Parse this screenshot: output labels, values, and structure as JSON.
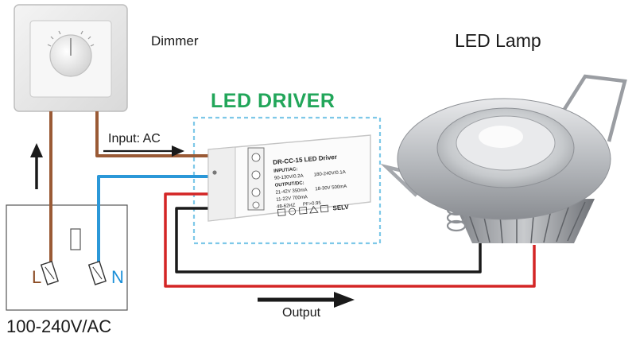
{
  "labels": {
    "dimmer": "Dimmer",
    "lamp": "LED Lamp",
    "driver": "LED DRIVER",
    "input": "Input: AC",
    "output": "Output",
    "voltage": "100-240V/AC",
    "live": "L",
    "neutral": "N"
  },
  "driver_label": {
    "model": "DR-CC-15 LED Driver",
    "input_heading": "INPUT/AC:",
    "input_low": "90-130V/0.2A",
    "input_high": "180-240V/0.1A",
    "output_heading": "OUTPUT/DC:",
    "out_a": "21-42V 350mA",
    "out_b": "18-30V 500mA",
    "out_c": "11-22V 700mA",
    "freq": "48-62HZ",
    "pf": "PF>0.95",
    "cert": "SELV"
  },
  "colors": {
    "live_wire": "#9a5a35",
    "neutral_wire": "#2b98d8",
    "positive_wire": "#d42525",
    "negative_wire": "#1a1a1a",
    "driver_title": "#22a65a",
    "dashed_box": "#7ec8e8"
  }
}
